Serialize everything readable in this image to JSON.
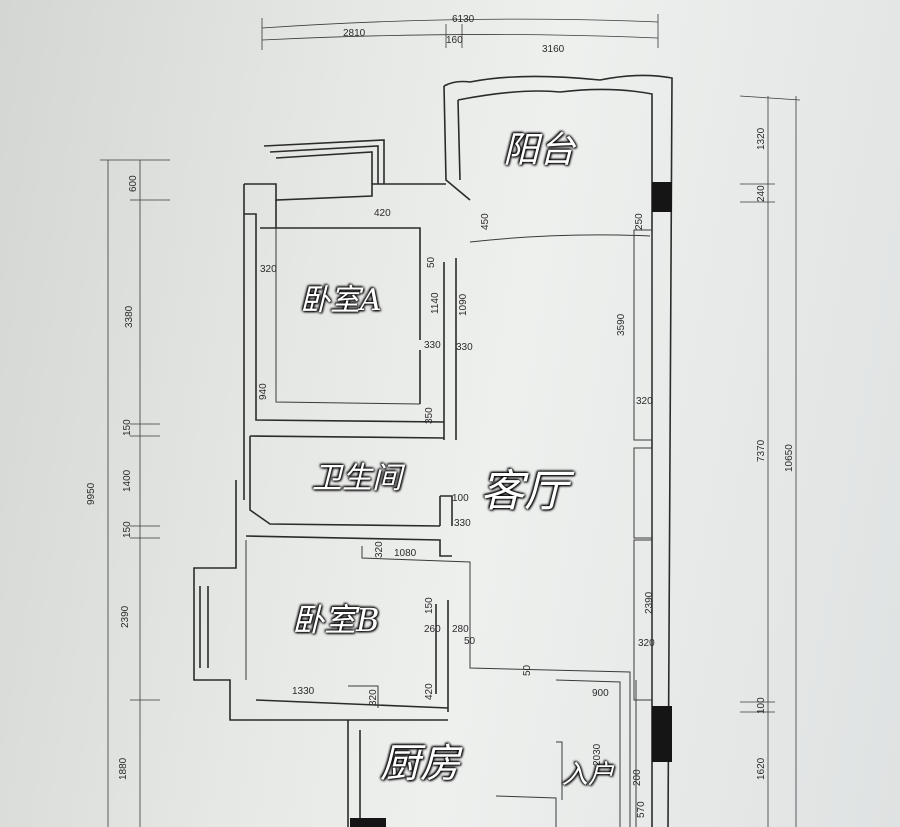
{
  "rooms": {
    "balcony": "阳台",
    "bedroom_a": "卧室A",
    "bathroom": "卫生间",
    "living_room": "客厅",
    "bedroom_b": "卧室B",
    "kitchen": "厨房",
    "entrance": "入户"
  },
  "dimensions": {
    "top_total": "6130",
    "top_left": "2810",
    "top_mid": "160",
    "top_right": "3160",
    "left_total": "9950",
    "left_600": "600",
    "left_3380": "3380",
    "left_150a": "150",
    "left_1400": "1400",
    "left_150b": "150",
    "left_2390": "2390",
    "left_1880": "1880",
    "right_total": "10650",
    "right_1320": "1320",
    "right_240": "240",
    "right_7370": "7370",
    "right_100": "100",
    "right_1620": "1620",
    "d_420_top": "420",
    "d_450": "450",
    "d_320_bedA": "320",
    "d_50_bedA": "50",
    "d_1140": "1140",
    "d_1090": "1090",
    "d_330_a": "330",
    "d_330_b": "330",
    "d_940": "940",
    "d_350": "350",
    "d_250": "250",
    "d_3590": "3590",
    "d_320_r1": "320",
    "d_100_bath": "100",
    "d_330_bath": "330",
    "d_320_bedB": "320",
    "d_1080": "1080",
    "d_150_bedB": "150",
    "d_260": "260",
    "d_280": "280",
    "d_50_mid": "50",
    "d_2390_r": "2390",
    "d_320_r2": "320",
    "d_50_low": "50",
    "d_1330": "1330",
    "d_320_bot": "320",
    "d_420_bot": "420",
    "d_900": "900",
    "d_2030": "2030",
    "d_200": "200",
    "d_570": "570"
  }
}
